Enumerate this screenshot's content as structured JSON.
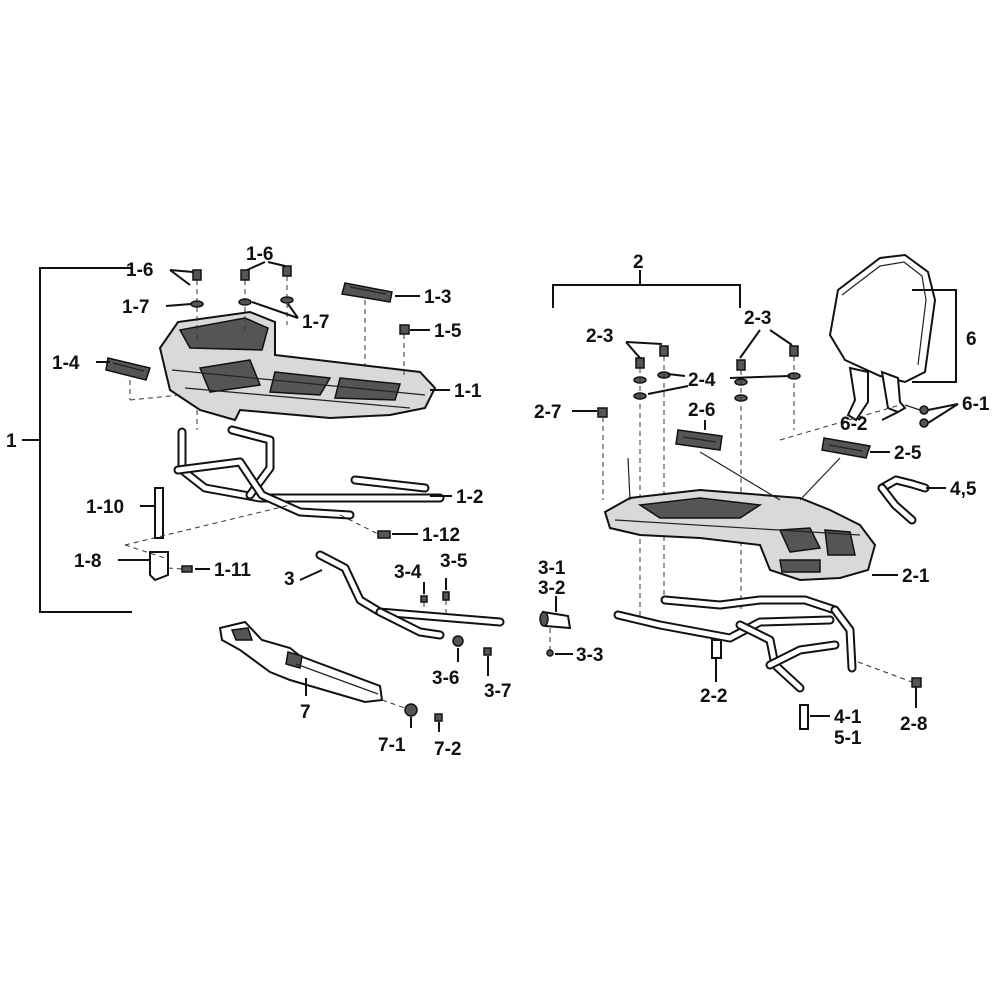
{
  "callouts": [
    {
      "id": "1",
      "text": "1"
    },
    {
      "id": "1-1",
      "text": "1-1"
    },
    {
      "id": "1-2",
      "text": "1-2"
    },
    {
      "id": "1-3",
      "text": "1-3"
    },
    {
      "id": "1-4",
      "text": "1-4"
    },
    {
      "id": "1-5",
      "text": "1-5"
    },
    {
      "id": "1-6a",
      "text": "1-6"
    },
    {
      "id": "1-6b",
      "text": "1-6"
    },
    {
      "id": "1-7a",
      "text": "1-7"
    },
    {
      "id": "1-7b",
      "text": "1-7"
    },
    {
      "id": "1-8",
      "text": "1-8"
    },
    {
      "id": "1-10",
      "text": "1-10"
    },
    {
      "id": "1-11",
      "text": "1-11"
    },
    {
      "id": "1-12",
      "text": "1-12"
    },
    {
      "id": "2",
      "text": "2"
    },
    {
      "id": "2-1",
      "text": "2-1"
    },
    {
      "id": "2-2",
      "text": "2-2"
    },
    {
      "id": "2-3a",
      "text": "2-3"
    },
    {
      "id": "2-3b",
      "text": "2-3"
    },
    {
      "id": "2-4",
      "text": "2-4"
    },
    {
      "id": "2-5",
      "text": "2-5"
    },
    {
      "id": "2-6",
      "text": "2-6"
    },
    {
      "id": "2-7",
      "text": "2-7"
    },
    {
      "id": "2-8",
      "text": "2-8"
    },
    {
      "id": "3",
      "text": "3"
    },
    {
      "id": "3-1",
      "text": "3-1"
    },
    {
      "id": "3-2",
      "text": "3-2"
    },
    {
      "id": "3-3",
      "text": "3-3"
    },
    {
      "id": "3-4",
      "text": "3-4"
    },
    {
      "id": "3-5",
      "text": "3-5"
    },
    {
      "id": "3-6",
      "text": "3-6"
    },
    {
      "id": "3-7",
      "text": "3-7"
    },
    {
      "id": "4-5",
      "text": "4,5"
    },
    {
      "id": "4-1",
      "text": "4-1"
    },
    {
      "id": "5-1",
      "text": "5-1"
    },
    {
      "id": "6",
      "text": "6"
    },
    {
      "id": "6-1",
      "text": "6-1"
    },
    {
      "id": "6-2",
      "text": "6-2"
    },
    {
      "id": "7",
      "text": "7"
    },
    {
      "id": "7-1",
      "text": "7-1"
    },
    {
      "id": "7-2",
      "text": "7-2"
    }
  ]
}
